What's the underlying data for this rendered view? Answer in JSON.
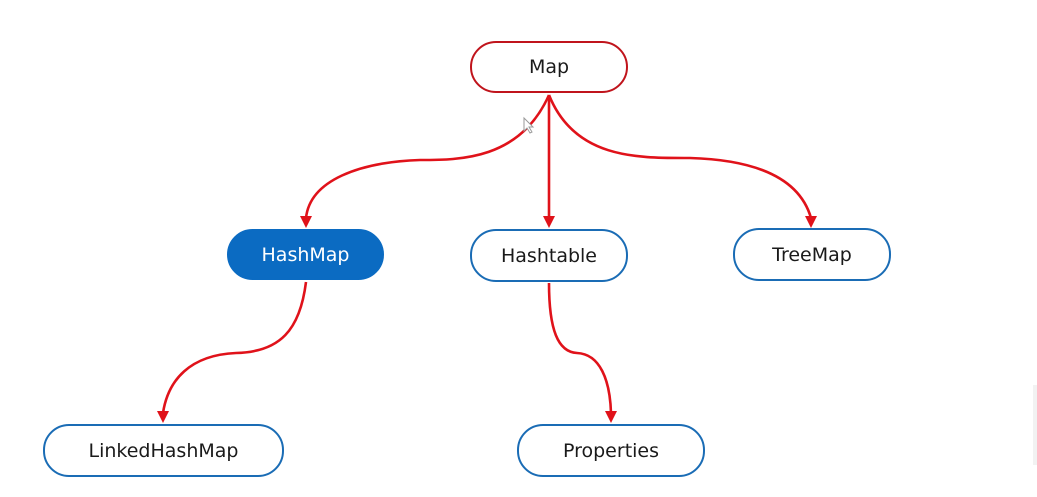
{
  "diagram": {
    "nodes": {
      "map": "Map",
      "hashmap": "HashMap",
      "hashtable": "Hashtable",
      "treemap": "TreeMap",
      "linkedhashmap": "LinkedHashMap",
      "properties": "Properties"
    },
    "edges": [
      {
        "from": "Map",
        "to": "HashMap"
      },
      {
        "from": "Map",
        "to": "Hashtable"
      },
      {
        "from": "Map",
        "to": "TreeMap"
      },
      {
        "from": "HashMap",
        "to": "LinkedHashMap"
      },
      {
        "from": "Hashtable",
        "to": "Properties"
      }
    ],
    "colors": {
      "edge": "#e0121a",
      "root_border": "#c0141c",
      "node_border": "#1a6cb5",
      "highlight_fill": "#0b6bc2"
    }
  }
}
